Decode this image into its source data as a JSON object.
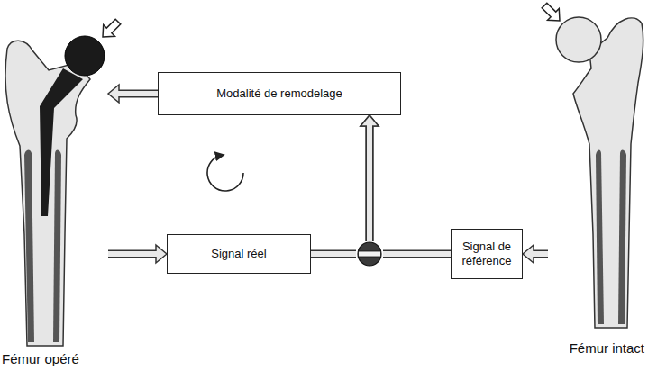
{
  "diagram": {
    "nodes": [
      {
        "text": [
          "Modalité de remodelage"
        ]
      },
      {
        "text": [
          "Signal réel"
        ]
      },
      {
        "text": [
          "Signal de référence"
        ]
      },
      {
        "text": [
          "Fémur opéré"
        ]
      },
      {
        "text": [
          "Fémur intact"
        ]
      }
    ],
    "edges": [
      {
        "from": 3,
        "to": 1,
        "arrow": "to"
      },
      {
        "from": 4,
        "to": 2,
        "arrow": "to"
      },
      {
        "from": 1,
        "to": 0,
        "arrow": "to"
      },
      {
        "from": 2,
        "to": 0,
        "arrow": "to"
      },
      {
        "from": 0,
        "to": 3,
        "arrow": "to"
      }
    ]
  }
}
